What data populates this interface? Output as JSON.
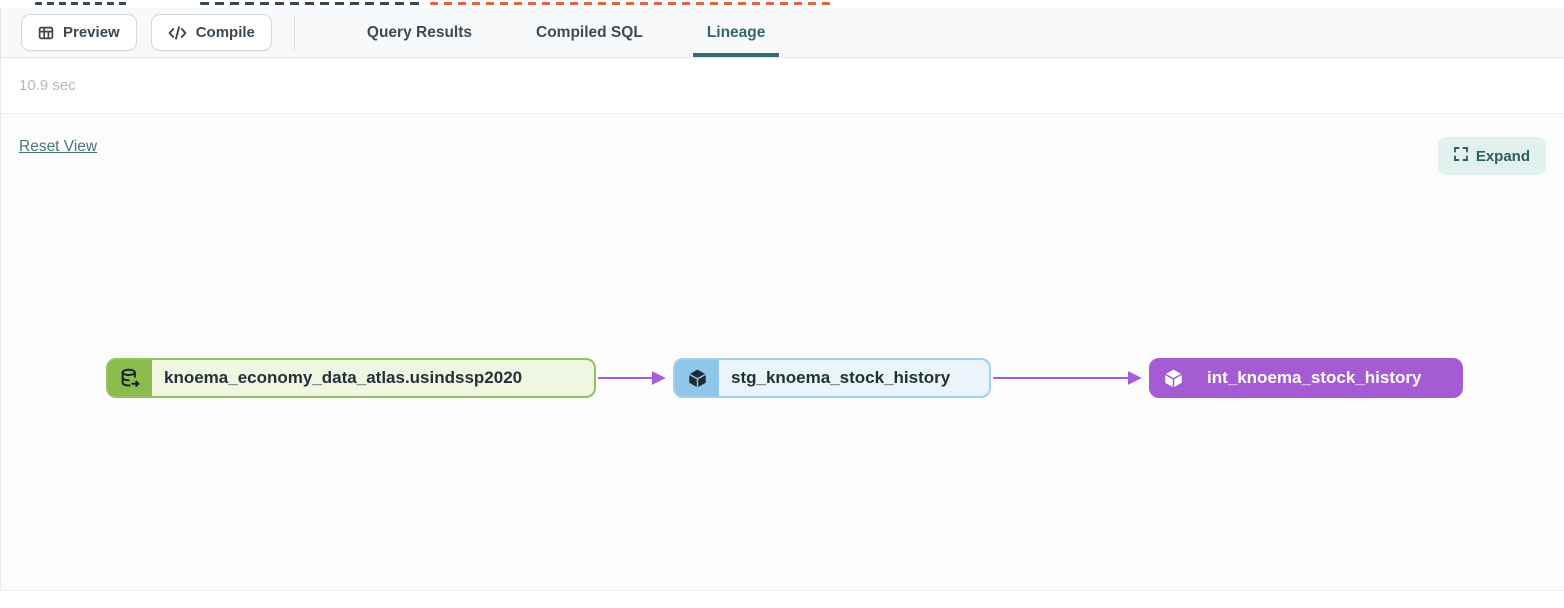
{
  "toolbar": {
    "preview_label": "Preview",
    "compile_label": "Compile",
    "tabs": [
      {
        "label": "Query Results",
        "active": false
      },
      {
        "label": "Compiled SQL",
        "active": false
      },
      {
        "label": "Lineage",
        "active": true
      }
    ]
  },
  "status": {
    "duration": "10.9 sec"
  },
  "lineage": {
    "reset_view_label": "Reset View",
    "expand_label": "Expand",
    "nodes": [
      {
        "label": "knoema_economy_data_atlas.usindssp2020",
        "type": "source",
        "icon": "database-export-icon",
        "border_color": "#94c25e",
        "icon_bg": "#8cbc4d",
        "label_bg": "#eff7e2",
        "text_color": "#22313a"
      },
      {
        "label": "stg_knoema_stock_history",
        "type": "model",
        "icon": "cube-icon",
        "border_color": "#9fd2f0",
        "icon_bg": "#8fc7ea",
        "label_bg": "#e9f4fb",
        "text_color": "#22313a"
      },
      {
        "label": "int_knoema_stock_history",
        "type": "model-selected",
        "icon": "cube-icon",
        "border_color": "#a55bd3",
        "icon_bg": "#a55bd3",
        "label_bg": "#a55bd3",
        "text_color": "#ffffff"
      }
    ],
    "edge_color": "#a65fd6"
  },
  "colors": {
    "tab_active_teal": "#35666b",
    "tab_underline": "#3a6b70",
    "link_teal": "#47767c",
    "expand_bg": "#e2f1ee",
    "expand_text": "#2c5f63",
    "toolbar_bg": "#f8f9fa",
    "border_gray": "#e4e7ea",
    "duration_gray": "#b3b8be",
    "edge_purple": "#a65fd6"
  }
}
